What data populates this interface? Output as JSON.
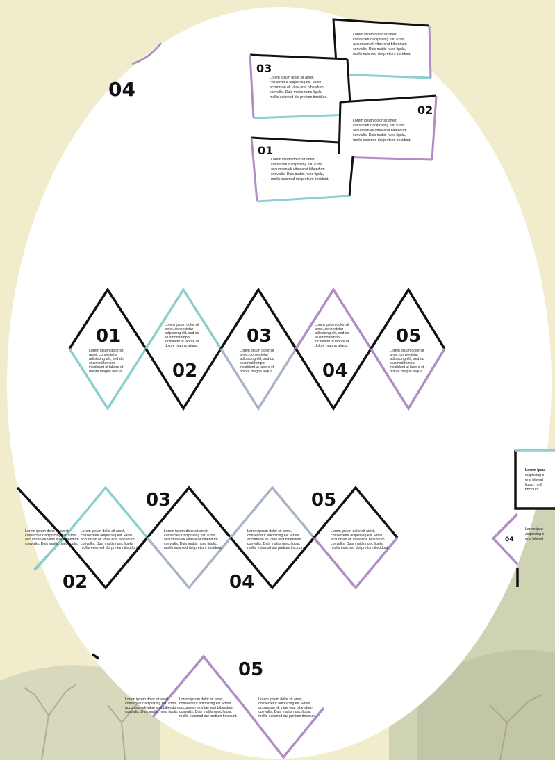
{
  "colors": {
    "background": "#f1edcc",
    "oval": "#ffffff",
    "black": "#111111",
    "teal": "#8ccfcf",
    "purple": "#b08ec4",
    "slate": "#a8b4c8",
    "hill": "#c9ccad"
  },
  "lorem": {
    "l1": "Lorem ipsum dolor sit amet,",
    "l2": "consectetur adipiscing elit. Proin",
    "l3": "accumsan ek vitae erat bibendum",
    "l4": "convallis. Duis mattis nunc ligula,",
    "l5": "mollis euismod dui pretium tincidunt."
  },
  "lorem_short": {
    "s1": "Lorem ipsum dolor sit",
    "s2": "amet, consectetur",
    "s3": "adipiscing elit, sed do",
    "s4": "eiusmod tempor",
    "s5": "incididunt ut labore et",
    "s6": "dolore magna aliqua."
  },
  "topleft_label": "04",
  "cards": [
    {
      "label": "03"
    },
    {
      "label": "02"
    },
    {
      "label": "01"
    }
  ],
  "row1": [
    "01",
    "02",
    "03",
    "04",
    "05"
  ],
  "row2": [
    "03",
    "05",
    "02",
    "04"
  ],
  "right_partial": {
    "label": "04",
    "l1": "Lorem ipsu",
    "l2": "adipiscing e",
    "l3": "erat bibend",
    "l4": "ligula, moll",
    "l5": "tincidunt."
  },
  "bottom": {
    "label": "05"
  }
}
